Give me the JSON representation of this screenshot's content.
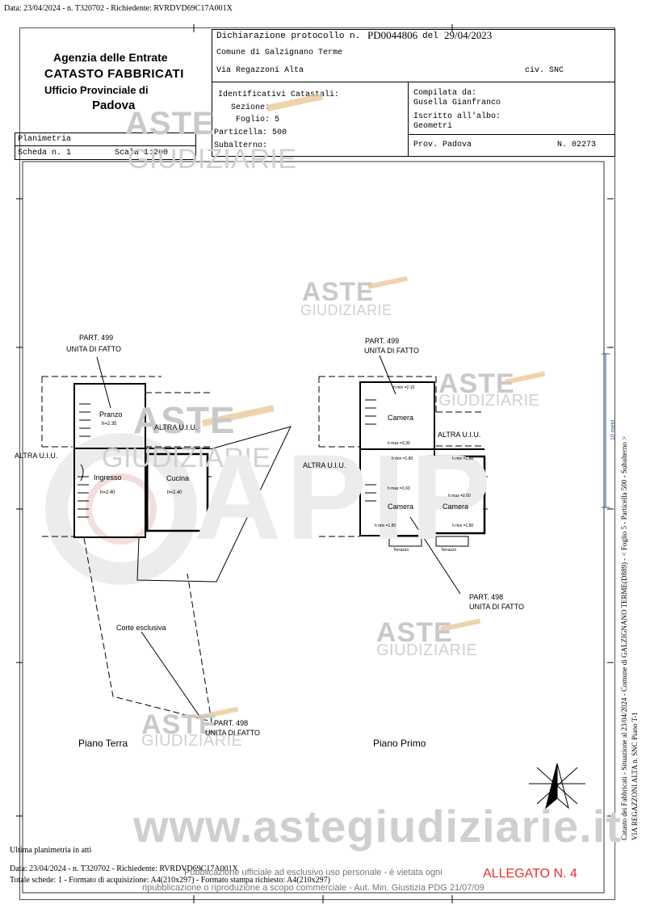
{
  "top_line": "Data: 23/04/2024 - n. T320702 - Richiedente: RVRDVD69C17A001X",
  "agency": {
    "line1": "Agenzia delle Entrate",
    "line2": "CATASTO FABBRICATI",
    "line3": "Ufficio Provinciale di",
    "line4": "Padova"
  },
  "planimetria": {
    "label": "Planimetria",
    "scheda": "Scheda n. 1",
    "scala": "Scala 1:200"
  },
  "dichiarazione": {
    "prefix": "Dichiarazione protocollo n.",
    "protocollo": "PD0044806",
    "del": "del",
    "date": "29/04/2023"
  },
  "comune": "Comune di Galzignano Terme",
  "via": "Via Regazzoni Alta",
  "civ": "civ. SNC",
  "identificativi": {
    "title": "Identificativi Catastali:",
    "sezione": "Sezione:",
    "foglio": "Foglio: 5",
    "particella": "Particella: 500",
    "subalterno": "Subalterno:"
  },
  "compilata": {
    "title": "Compilata da:",
    "name": "Gusella Gianfranco",
    "iscritto": "Iscritto all'albo:",
    "albo": "Geometri",
    "prov": "Prov. Padova",
    "numero": "N. 02273"
  },
  "watermark": {
    "aste": "ASTE",
    "giudiziarie": "GIUDIZIARIE",
    "website": "www.astegiudiziarie.it",
    "apip": "APIP",
    "notice1": "Pubblicazione ufficiale ad esclusivo uso personale - è vietata ogni",
    "notice2": "ripubblicazione o riproduzione a scopo commerciale - Aut. Min. Giustizia PDG 21/07/09"
  },
  "plan_labels": {
    "part499_a": "PART. 499",
    "unita_a": "UNITA DI FATTO",
    "part499_b": "PART. 499",
    "unita_b": "UNITA DI FATTO",
    "part498_a": "PART. 498",
    "unita_c": "UNITA DI FATTO",
    "part498_b": "PART. 498",
    "unita_d": "UNITA DI FATTO",
    "altra_uiu": "ALTRA U.I.U.",
    "pranzo": "Pranzo",
    "h235": "h=2.35",
    "ingresso": "Ingresso",
    "h240a": "h=2.40",
    "cucina": "Cucina",
    "h240b": "h=2.40",
    "corte": "Corte esclusiva",
    "piano_terra": "Piano Terra",
    "piano_primo": "Piano Primo",
    "camera": "Camera",
    "hmin210": "h min =2.10",
    "hmax330": "h max =3.30",
    "hmin180": "h min =1.80",
    "hmax260": "h max =2.60",
    "terrazzo": "Terrazzo"
  },
  "side_text": {
    "line1": "Catasto dei Fabbricati - Situazione al 23/04/2024 - Comune di GALZIGNANO TERME(D889) - < Foglio 5 - Particella 500 - Subalterno >",
    "line2": "VIA REGAZZONI ALTA n. SNC Piano T-1",
    "scale_mark": "10 metri"
  },
  "footer": {
    "ultima": "Ultima planimetria in atti",
    "data_line": "Data: 23/04/2024 - n. T320702 - Richiedente: RVRDVD69C17A001X",
    "totale": "Totale schede: 1 - Formato di acquisizione: A4(210x297) - Formato stampa richiesto: A4(210x297)",
    "allegato": "ALLEGATO N. 4"
  },
  "colors": {
    "watermark": "#c8c8c8",
    "allegato": "#e8302a",
    "hammer": "#d9a25a"
  }
}
